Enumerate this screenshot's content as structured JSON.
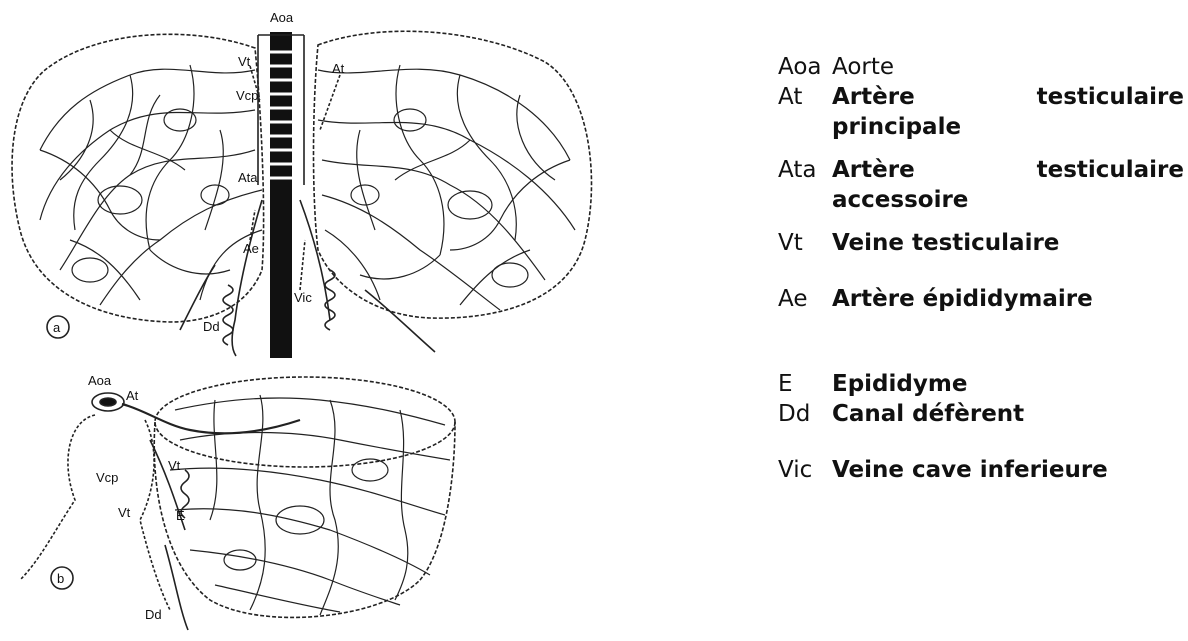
{
  "figure": {
    "panel_a": {
      "marker": "a",
      "labels": {
        "aoa": "Aoa",
        "vt": "Vt",
        "vcp": "Vcp",
        "at": "At",
        "ata": "Ata",
        "ae": "Ae",
        "vic": "Vic",
        "dd": "Dd"
      }
    },
    "panel_b": {
      "marker": "b",
      "labels": {
        "aoa": "Aoa",
        "at": "At",
        "vcp": "Vcp",
        "vt": "Vt",
        "vt2": "Vt",
        "e": "E",
        "dd": "Dd"
      }
    }
  },
  "legend": [
    {
      "abbr": "Aoa",
      "line1a": "Aorte",
      "line1b": "",
      "line2": "",
      "bold": false
    },
    {
      "abbr": "At",
      "line1a": "Artère",
      "line1b": "testiculaire",
      "line2": "principale",
      "bold": true
    },
    {
      "abbr": "Ata",
      "line1a": "Artère",
      "line1b": "testiculaire",
      "line2": "accessoire",
      "bold": true
    },
    {
      "abbr": "Vt",
      "line1a": "Veine testiculaire",
      "line1b": "",
      "line2": "",
      "bold": true
    },
    {
      "abbr": "Ae",
      "line1a": "Artère épididymaire",
      "line1b": "",
      "line2": "",
      "bold": true
    },
    {
      "abbr": "E",
      "line1a": "Epididyme",
      "line1b": "",
      "line2": "",
      "bold": true
    },
    {
      "abbr": "Dd",
      "line1a": "Canal défèrent",
      "line1b": "",
      "line2": "",
      "bold": true
    },
    {
      "abbr": "Vic",
      "line1a": "Veine cave inferieure",
      "line1b": "",
      "line2": "",
      "bold": true
    }
  ]
}
